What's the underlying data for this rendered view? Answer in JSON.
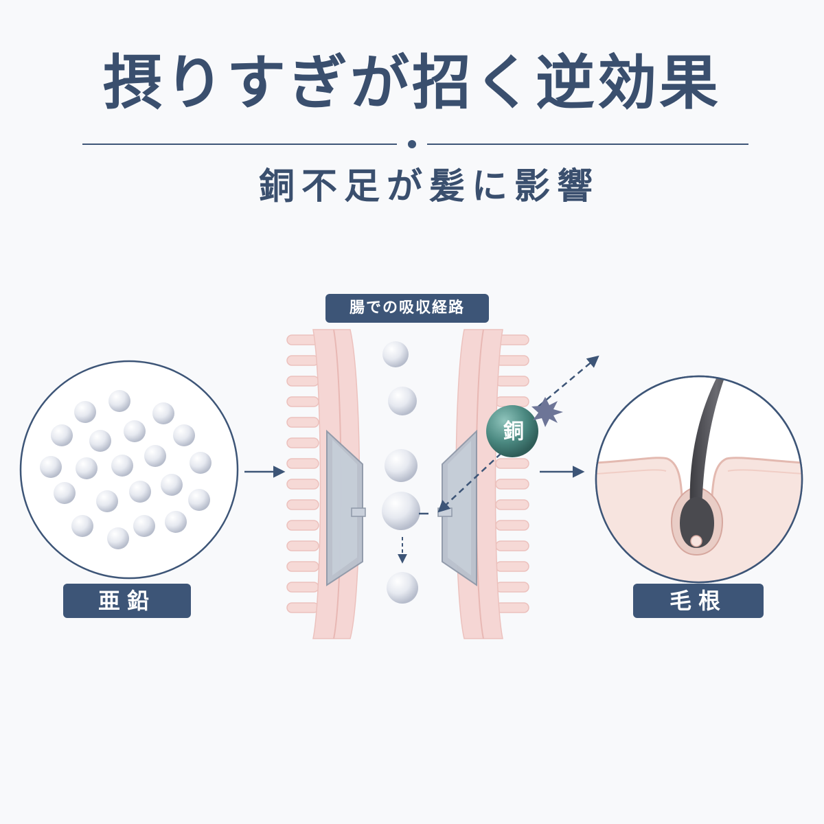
{
  "header": {
    "title": "摂りすぎが招く逆効果",
    "subtitle": "銅不足が髪に影響"
  },
  "labels": {
    "zinc": "亜鉛",
    "absorption_route": "腸での吸収経路",
    "copper": "銅",
    "hair_root": "毛根"
  },
  "colors": {
    "navy": "#3d5577",
    "title_text": "#3a4f6e",
    "intestine_pink": "#f5d6d4",
    "transporter_gray": "#b8c0cc",
    "copper_teal": "#4a8880",
    "hair_dark": "#4a4a4f",
    "skin": "#f7e4df"
  },
  "icons": [
    "zinc-particles-icon",
    "intestine-wall-icon",
    "transporter-channel-icon",
    "copper-ion-icon",
    "collision-burst-icon",
    "hair-follicle-icon",
    "arrow-right-icon"
  ]
}
